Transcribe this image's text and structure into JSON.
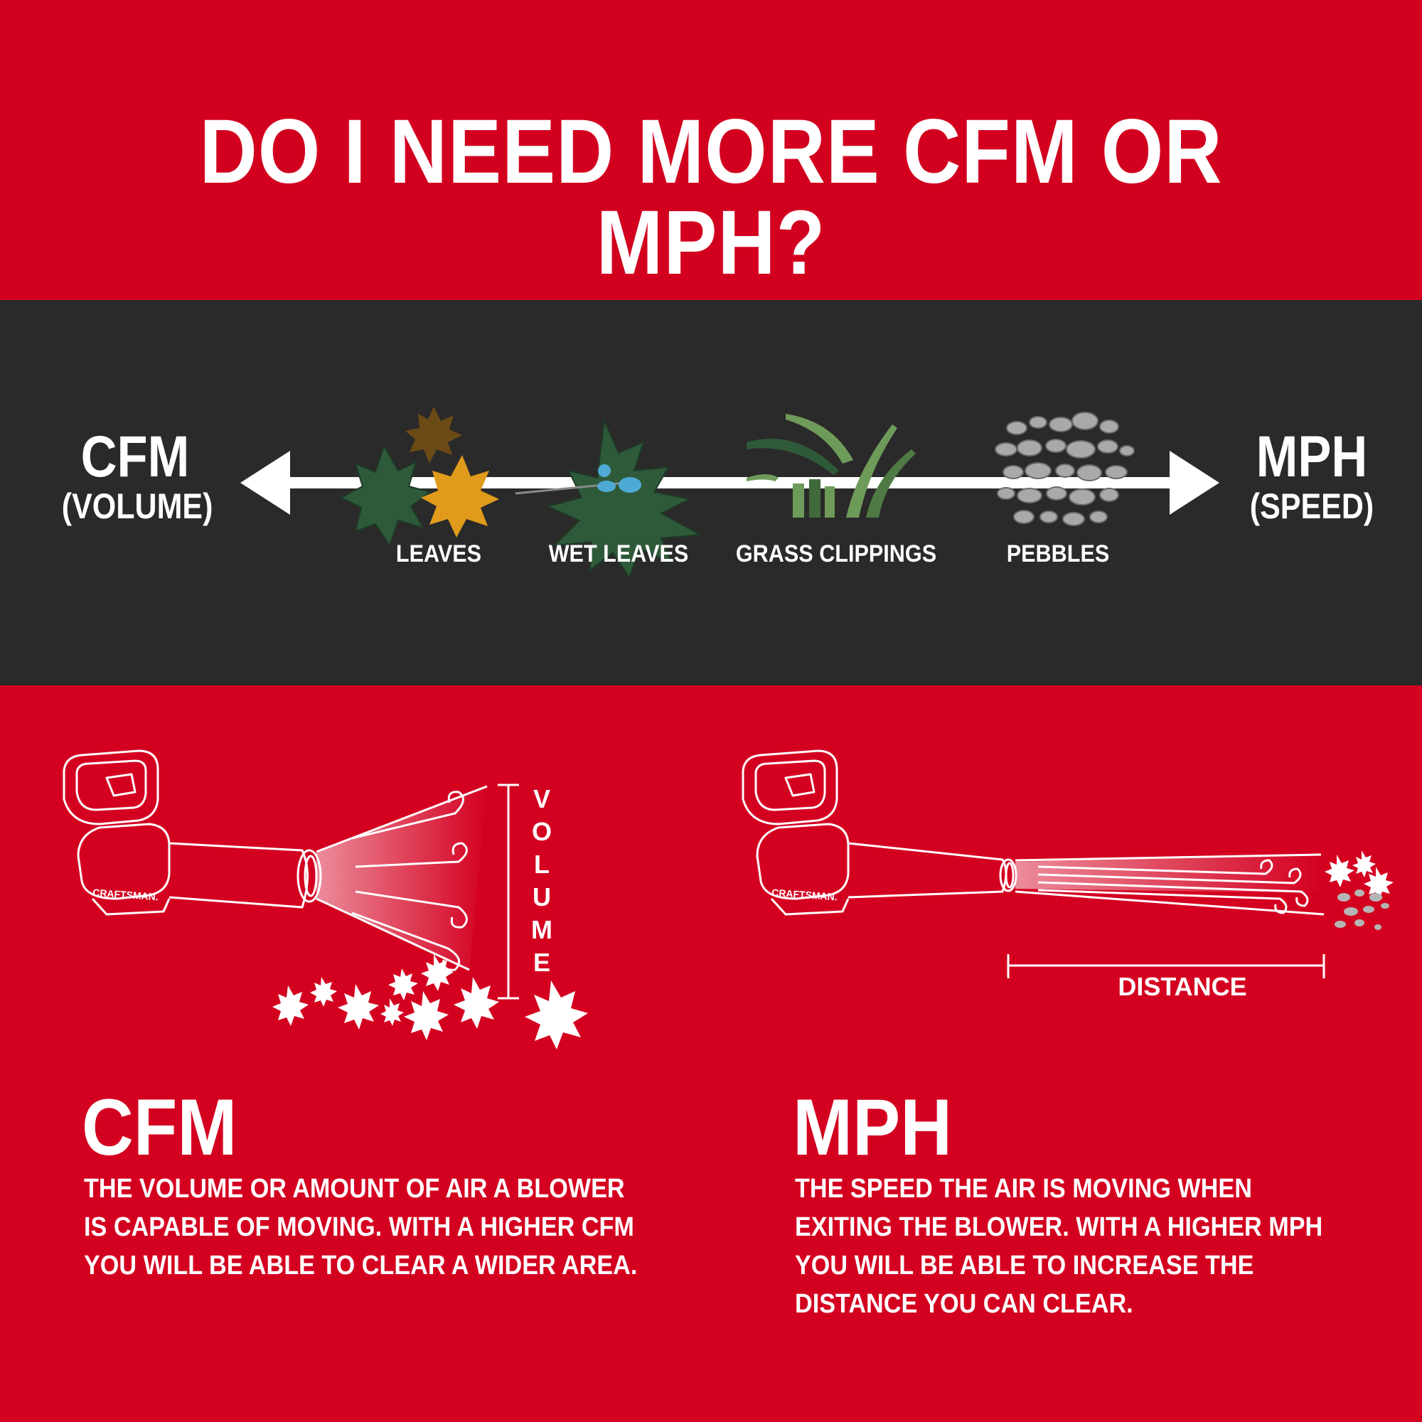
{
  "headline": "DO I NEED MORE CFM OR MPH?",
  "scale": {
    "left_label": "CFM",
    "left_sublabel": "(VOLUME)",
    "right_label": "MPH",
    "right_sublabel": "(SPEED)",
    "items": [
      {
        "label": "LEAVES",
        "icon": "leaves-icon"
      },
      {
        "label": "WET LEAVES",
        "icon": "wet-leaf-icon"
      },
      {
        "label": "GRASS CLIPPINGS",
        "icon": "grass-icon"
      },
      {
        "label": "PEBBLES",
        "icon": "pebbles-icon"
      }
    ]
  },
  "diagram": {
    "volume_label": "VOLUME",
    "distance_label": "DISTANCE",
    "brand_mark": "CRAFTSMAN."
  },
  "definitions": {
    "cfm": {
      "title": "CFM",
      "lines": [
        "THE VOLUME OR AMOUNT OF AIR A BLOWER",
        "IS CAPABLE OF MOVING. WITH A HIGHER CFM",
        "YOU WILL BE ABLE TO CLEAR A WIDER AREA."
      ]
    },
    "mph": {
      "title": "MPH",
      "lines": [
        "THE SPEED THE AIR IS MOVING WHEN",
        "EXITING THE BLOWER. WITH A HIGHER MPH",
        "YOU WILL BE ABLE TO INCREASE THE",
        "DISTANCE YOU CAN CLEAR."
      ]
    }
  },
  "colors": {
    "brand_red": "#d2001e",
    "band_dark": "#2b2a2a",
    "leaf_green": "#2f5a3a",
    "leaf_orange": "#e09a1c",
    "leaf_brown": "#6b4a16",
    "water_blue": "#4fa9d6",
    "grass_green": "#6e9b5a",
    "pebble_gray": "#a9a9a9"
  }
}
